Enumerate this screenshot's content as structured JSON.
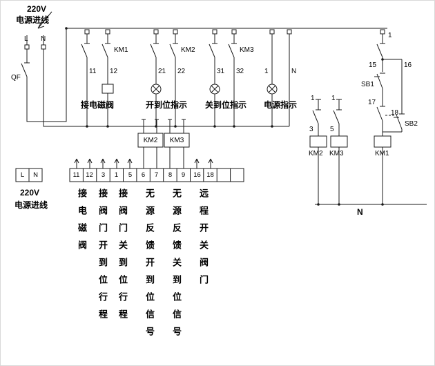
{
  "header": {
    "voltage": "220V",
    "inlet": "电源进线"
  },
  "source": {
    "l": "L",
    "n": "N",
    "qf": "QF"
  },
  "branches": [
    {
      "km": "KM1",
      "n1": "11",
      "n2": "12",
      "label": "接电磁阀"
    },
    {
      "km": "KM2",
      "n1": "21",
      "n2": "22",
      "label": "开到位指示"
    },
    {
      "km": "KM3",
      "n1": "31",
      "n2": "32",
      "label": "关到位指示"
    },
    {
      "n1": "1",
      "n2": "N",
      "label": "电源指示"
    }
  ],
  "feedback": {
    "km2": "KM2",
    "km3": "KM3"
  },
  "strip": {
    "l": "L",
    "n": "N",
    "voltage": "220V",
    "inlet": "电源进线",
    "cells": [
      "11",
      "12",
      "3",
      "1",
      "5",
      "6",
      "7",
      "8",
      "9",
      "16",
      "18"
    ]
  },
  "strip_labels": [
    "接电磁阀",
    "接阀门开到位行程",
    "接阀门关到位行程",
    "无源反馈开到位信号",
    "无源反馈关到位信号",
    "远程开关阀门"
  ],
  "control": {
    "w1": "1",
    "n15": "15",
    "n16": "16",
    "sb1": "SB1",
    "n17": "17",
    "n18": "18",
    "sb2": "SB2",
    "km1": "KM1",
    "c1a": "1",
    "c1b": "1",
    "n3": "3",
    "n5": "5",
    "km2": "KM2",
    "km3": "KM3",
    "nbus": "N"
  }
}
